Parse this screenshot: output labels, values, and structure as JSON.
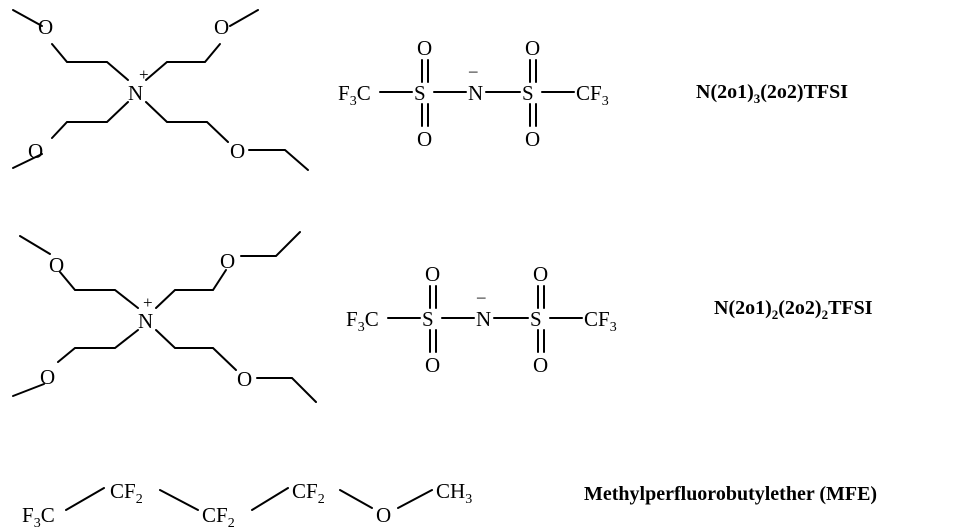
{
  "compounds": [
    {
      "id": "c1",
      "name": {
        "parts": [
          {
            "t": "N(2o1)"
          },
          {
            "t": "3",
            "sub": true
          },
          {
            "t": "(2o2)TFSI"
          }
        ]
      }
    },
    {
      "id": "c2",
      "name": {
        "parts": [
          {
            "t": "N(2o1)"
          },
          {
            "t": "2",
            "sub": true
          },
          {
            "t": "(2o2)"
          },
          {
            "t": "2",
            "sub": true
          },
          {
            "t": "TFSI"
          }
        ]
      }
    },
    {
      "id": "mfe",
      "name": {
        "parts": [
          {
            "t": "Methylperfluorobutylether (MFE)"
          }
        ]
      }
    }
  ],
  "atoms": {
    "O": "O",
    "S": "S",
    "N": "N",
    "F3C": [
      "F",
      "3",
      "C"
    ],
    "CF3": [
      "CF",
      "3"
    ],
    "CF2": [
      "CF",
      "2"
    ],
    "CH3": [
      "CH",
      "3"
    ],
    "plus": "+",
    "minus": "–"
  }
}
